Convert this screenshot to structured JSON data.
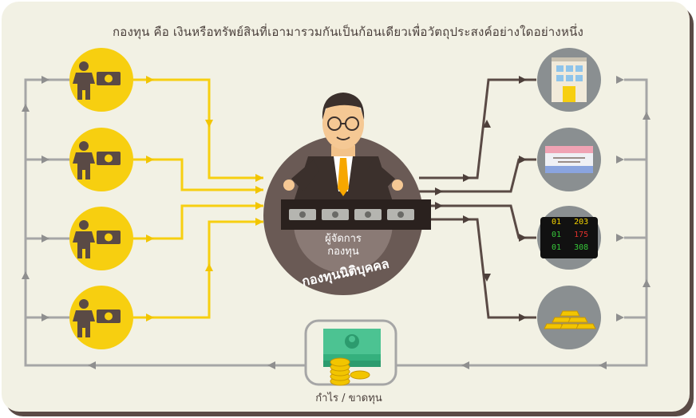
{
  "title": "กองทุน คือ เงินหรือทรัพย์สินที่เอามารวมกันเป็นก้อนเดียวเพื่อวัตถุประสงค์อย่างใดอย่างหนึ่ง",
  "center": {
    "manager_line1": "ผู้จัดการ",
    "manager_line2": "กองทุน",
    "fund_label": "กองทุนนิติบุคคล"
  },
  "bottom_label": "กำไร / ขาดทุน",
  "stock_board": [
    {
      "prefix": "01",
      "value": "203",
      "color": "#f5d400"
    },
    {
      "prefix": "01",
      "value": "175",
      "color": "#e0312c"
    },
    {
      "prefix": "01",
      "value": "308",
      "color": "#37c83a"
    }
  ],
  "investors": [
    "investor-1",
    "investor-2",
    "investor-3",
    "investor-4"
  ],
  "assets": [
    "building",
    "bond-certificate",
    "stock-board",
    "gold-bars"
  ],
  "colors": {
    "yellow": "#f7cf10",
    "gray_line": "#a6a6a6",
    "dark_line": "#5a4a45",
    "circle": "#6a5a55"
  }
}
